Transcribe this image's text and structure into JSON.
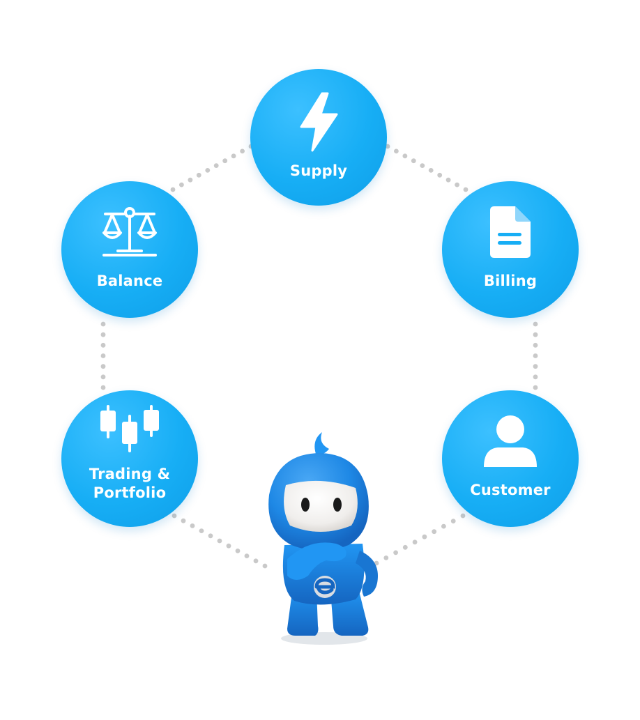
{
  "diagram": {
    "nodes": [
      {
        "id": "supply",
        "label": "Supply",
        "icon": "lightning-bolt-icon"
      },
      {
        "id": "billing",
        "label": "Billing",
        "icon": "document-icon"
      },
      {
        "id": "customer",
        "label": "Customer",
        "icon": "user-icon"
      },
      {
        "id": "trading",
        "label_lines": [
          "Trading &",
          "Portfolio"
        ],
        "icon": "candlestick-chart-icon"
      },
      {
        "id": "balance",
        "label": "Balance",
        "icon": "balance-scale-icon"
      }
    ],
    "connector_style": "dotted",
    "mascot": {
      "icon": "mascot-robot-icon",
      "badge_letter": "e"
    }
  },
  "colors": {
    "node_fill": "#17aef5",
    "node_text": "#ffffff",
    "dots": "#c9c9c9",
    "mascot_body": "#1e88e5",
    "mascot_face": "#f2f0ee"
  }
}
